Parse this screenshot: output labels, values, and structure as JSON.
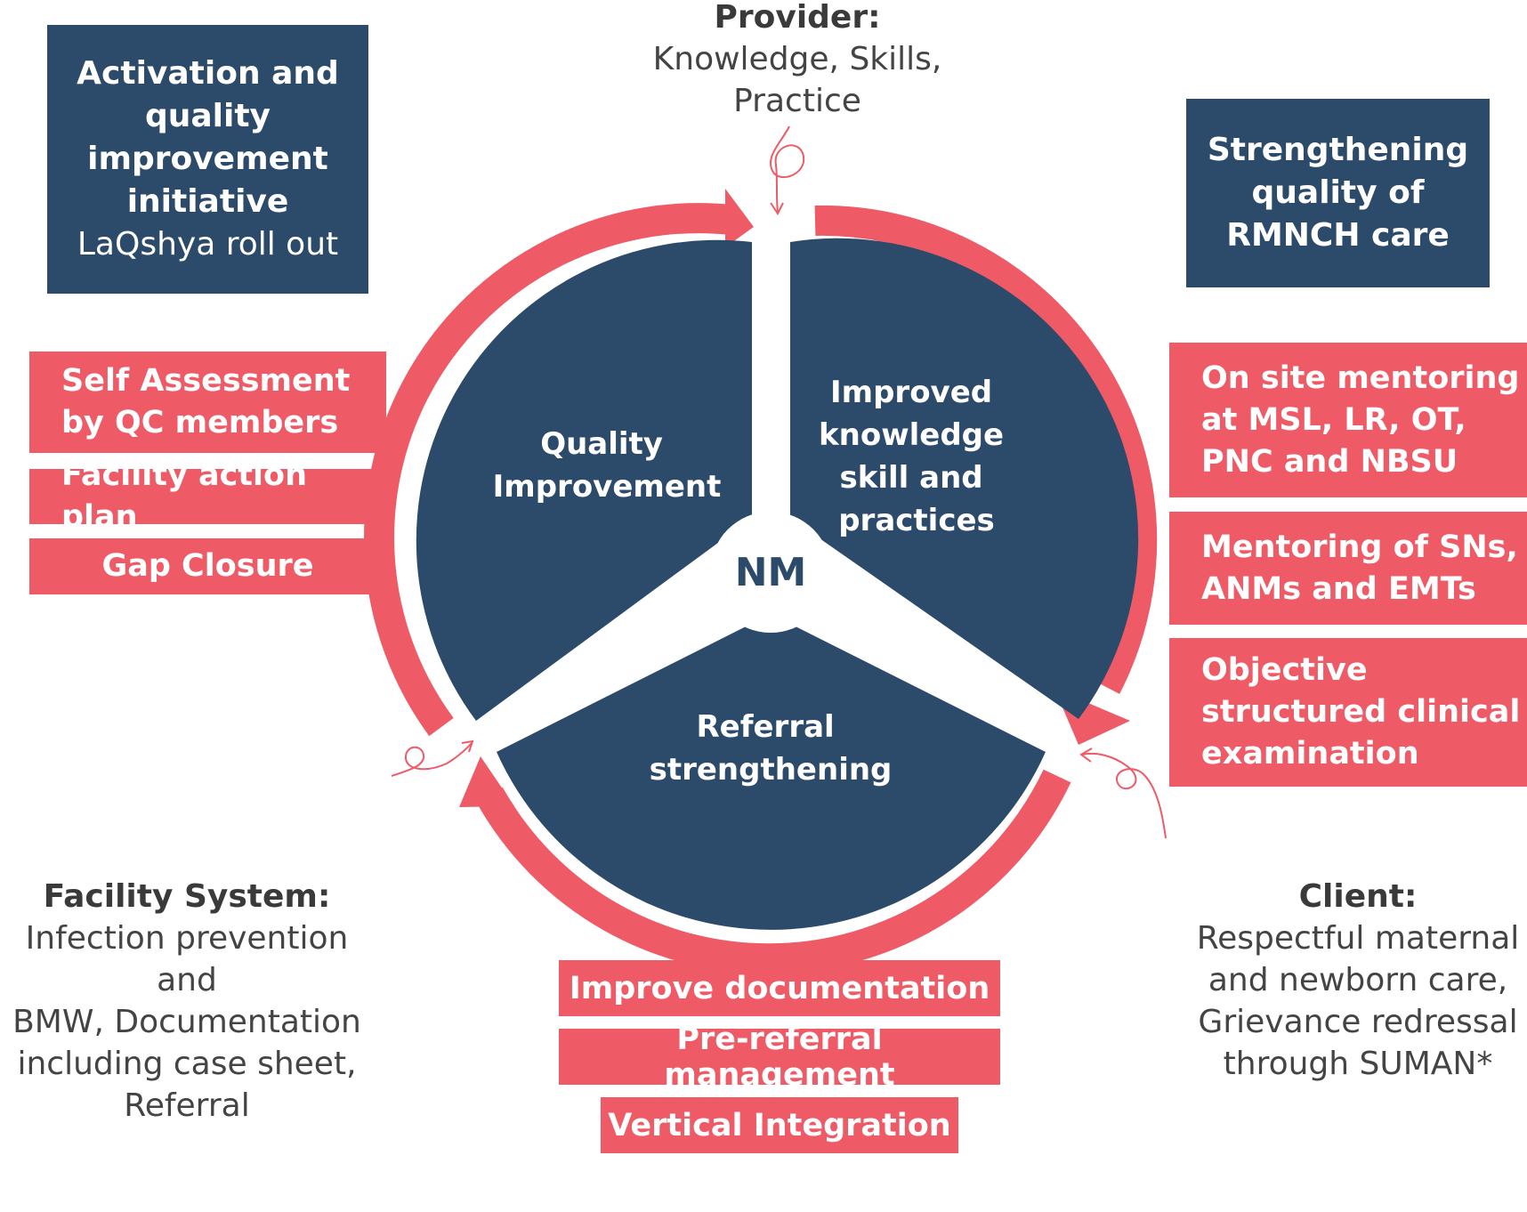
{
  "top_left_box": {
    "title_lines": [
      "Activation and",
      "quality",
      "improvement",
      "initiative"
    ],
    "subtitle": "LaQshya roll out"
  },
  "top_right_box": {
    "lines": [
      "Strengthening",
      "quality of",
      "RMNCH care"
    ]
  },
  "left_tags": [
    {
      "lines": [
        "Self Assessment",
        "by QC members"
      ]
    },
    {
      "lines": [
        "Facility action plan"
      ]
    },
    {
      "lines": [
        "Gap Closure"
      ]
    }
  ],
  "right_tags": [
    {
      "lines": [
        "On site mentoring",
        "at MSL, LR, OT,",
        "PNC and NBSU"
      ]
    },
    {
      "lines": [
        "Mentoring of SNs,",
        "ANMs and EMTs"
      ]
    },
    {
      "lines": [
        "Objective",
        "structured clinical",
        "examination"
      ]
    }
  ],
  "bottom_tags": [
    {
      "label": "Improve documentation"
    },
    {
      "label": "Pre-referral management"
    },
    {
      "label": "Vertical Integration"
    }
  ],
  "provider": {
    "head": "Provider:",
    "lines": [
      "Knowledge, Skills,",
      "Practice"
    ]
  },
  "facility": {
    "head": "Facility System:",
    "lines": [
      "Infection prevention and",
      "BMW, Documentation",
      "including case sheet,",
      "Referral"
    ]
  },
  "client": {
    "head": "Client:",
    "lines": [
      "Respectful maternal",
      "and newborn care,",
      "Grievance redressal",
      "through SUMAN*"
    ]
  },
  "wheel": {
    "center": "NM",
    "segments": {
      "quality": [
        "Quality",
        "Improvement"
      ],
      "knowledge": [
        "Improved",
        "knowledge",
        "skill and",
        "practices"
      ],
      "referral": [
        "Referral",
        "strengthening"
      ]
    }
  },
  "colors": {
    "navy": "#2c4a69",
    "red": "#ee5a66",
    "text_gray": "#444444"
  }
}
